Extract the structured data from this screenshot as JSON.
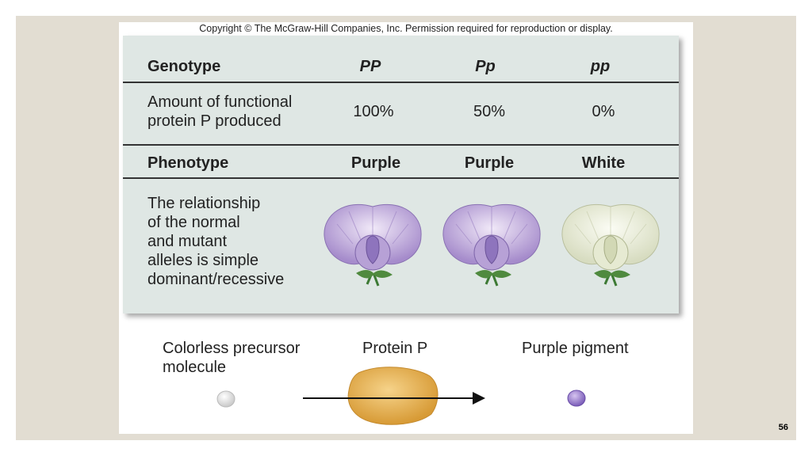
{
  "copyright": "Copyright © The McGraw-Hill Companies, Inc. Permission required for reproduction or display.",
  "table": {
    "genotype_label": "Genotype",
    "genotypes": [
      "PP",
      "Pp",
      "pp"
    ],
    "amount_label_line1": "Amount of functional",
    "amount_label_line2": "protein P produced",
    "amounts": [
      "100%",
      "50%",
      "0%"
    ],
    "phenotype_label": "Phenotype",
    "phenotypes": [
      "Purple",
      "Purple",
      "White"
    ],
    "relationship_lines": [
      "The relationship",
      "of the normal",
      "and mutant",
      "alleles is simple",
      "dominant/recessive"
    ],
    "flower_colors": [
      "purple",
      "purple",
      "white"
    ]
  },
  "pathway": {
    "precursor_line1": "Colorless precursor",
    "precursor_line2": "molecule",
    "protein_label": "Protein P",
    "pigment_label": "Purple pigment"
  },
  "page_number": "56"
}
